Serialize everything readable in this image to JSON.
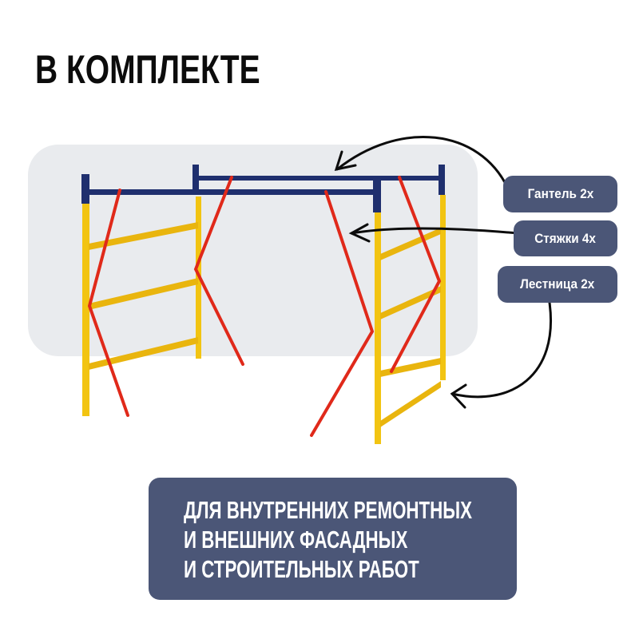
{
  "header": {
    "title": "В КОМПЛЕКТЕ"
  },
  "callouts": [
    {
      "label": "Гантель 2х",
      "target": "top-bars"
    },
    {
      "label": "Стяжки 4х",
      "target": "diagonal-braces"
    },
    {
      "label": "Лестница 2х",
      "target": "ladder-frames"
    }
  ],
  "footer": {
    "lines": [
      "ДЛЯ ВНУТРЕННИХ РЕМОНТНЫХ",
      "И ВНЕШНИХ ФАСАДНЫХ",
      "И СТРОИТЕЛЬНЫХ РАБОТ"
    ]
  },
  "colors": {
    "panel_bg": "#e9ebee",
    "tag_bg": "#4b5677",
    "frame_yellow": "#f2c412",
    "bar_navy": "#1f2f6e",
    "brace_red": "#e0291a",
    "arrow": "#0c0c0c"
  }
}
